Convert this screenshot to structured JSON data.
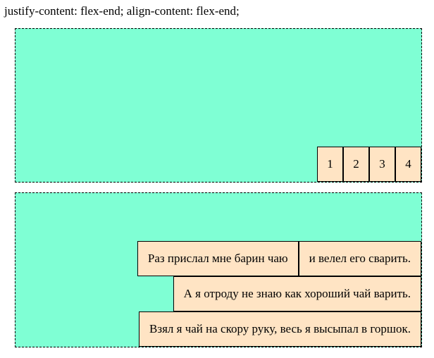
{
  "caption": "justify-content: flex-end; align-content: flex-end;",
  "colors": {
    "container_background": "#7fffd4",
    "item_background": "#ffe4c4",
    "border": "#000000"
  },
  "numbers_box": {
    "items": [
      "1",
      "2",
      "3",
      "4"
    ]
  },
  "text_box": {
    "items": [
      "Раз прислал мне барин чаю",
      "и велел его сварить.",
      "А я отроду не знаю как хороший чай варить.",
      "Взял я чай на скору руку, весь я высыпал в горшок."
    ]
  }
}
